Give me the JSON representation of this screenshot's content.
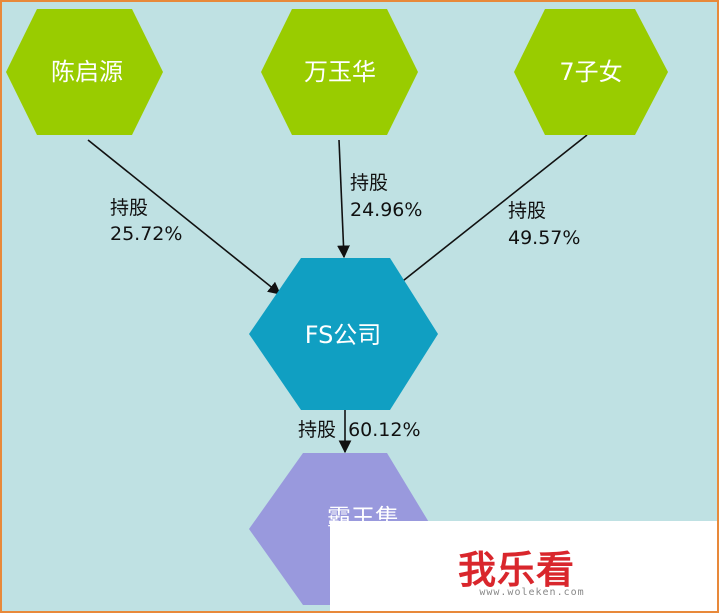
{
  "nodes": {
    "chen": {
      "label": "陈启源",
      "color": "#99cc00"
    },
    "wan": {
      "label": "万玉华",
      "color": "#99cc00"
    },
    "children": {
      "label": "7子女",
      "color": "#99cc00"
    },
    "fs": {
      "label": "FS公司",
      "color": "#109fc2"
    },
    "bawang": {
      "label": "霸王集",
      "color": "#9999dd"
    }
  },
  "edges": {
    "chen_fs": {
      "line1": "持股",
      "line2": "25.72%"
    },
    "wan_fs": {
      "line1": "持股",
      "line2": "24.96%"
    },
    "children_fs": {
      "line1": "持股",
      "line2": "49.57%"
    },
    "fs_bawang": {
      "line1": "持股  60.12%"
    }
  },
  "watermark": {
    "logo": "我乐看",
    "url": "www.woleken.com"
  },
  "colors": {
    "background": "#bfe1e3",
    "border": "#e8893a",
    "arrow": "#111111"
  }
}
